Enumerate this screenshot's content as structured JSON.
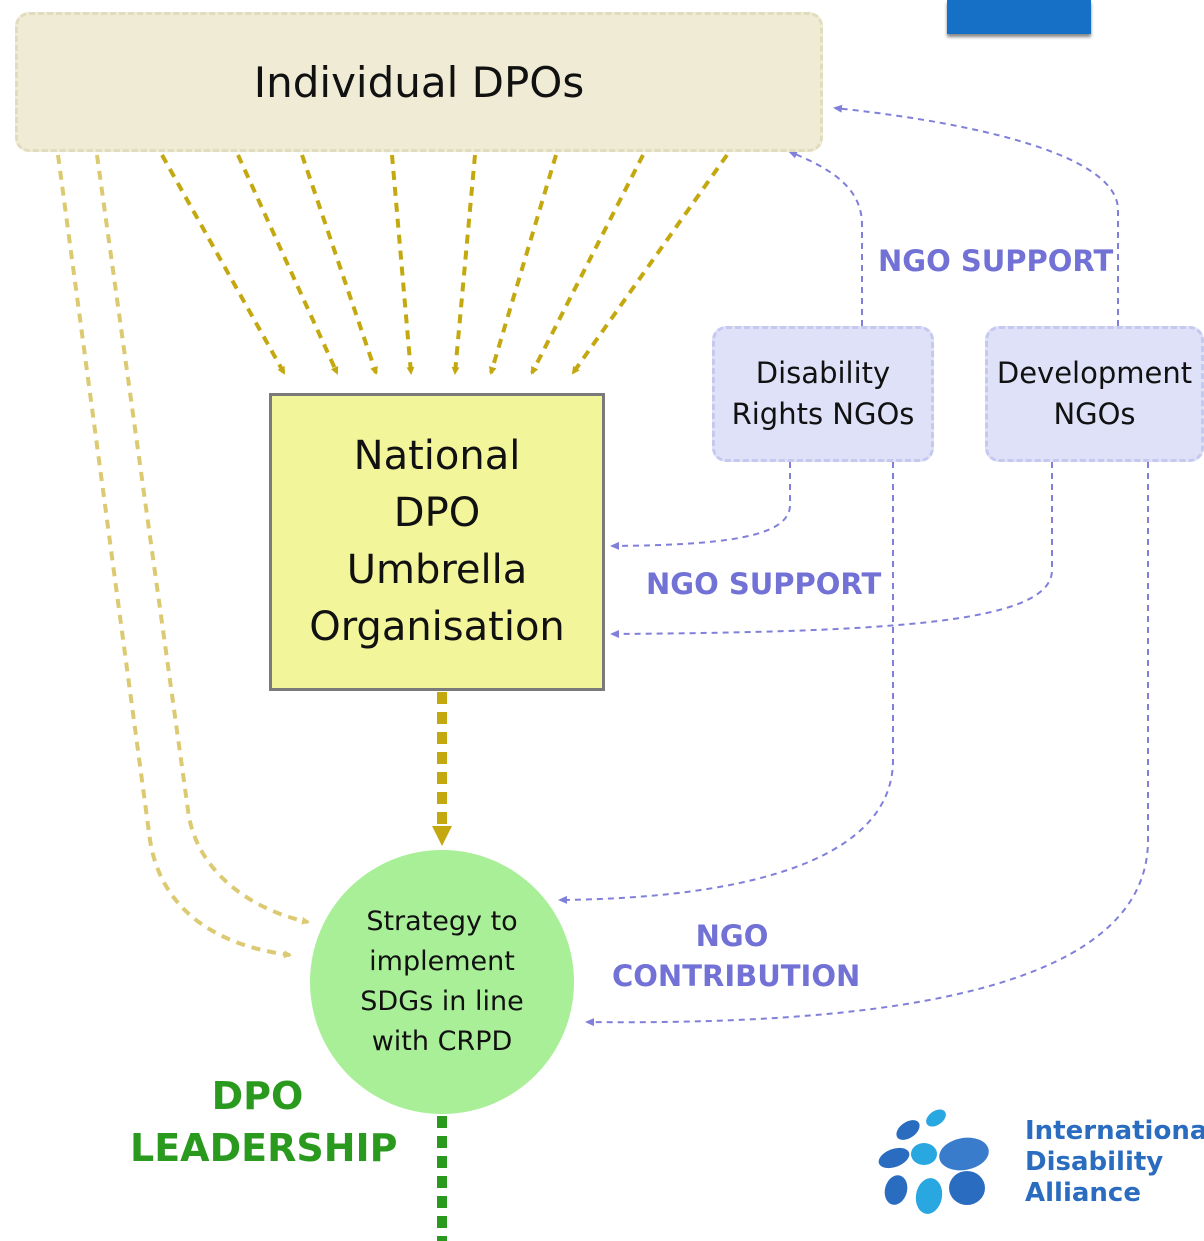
{
  "nodes": {
    "individual_dpos": "Individual DPOs",
    "umbrella": "National\nDPO\nUmbrella\nOrganisation",
    "disability_rights_ngos": "Disability\nRights NGOs",
    "development_ngos": "Development\nNGOs",
    "strategy": "Strategy to\nimplement\nSDGs in line\nwith CRPD"
  },
  "labels": {
    "ngo_support_top": "NGO SUPPORT",
    "ngo_support_mid": "NGO SUPPORT",
    "ngo_contribution": "NGO\nCONTRIBUTION",
    "dpo_leadership": "DPO\nLEADERSHIP"
  },
  "logo": {
    "text": "International\nDisability\nAlliance"
  },
  "colors": {
    "individual_fill": "#efebd4",
    "umbrella_fill": "#f3f59a",
    "ngo_fill": "#dfe1f8",
    "strategy_fill": "#a8ef98",
    "dpo_arrow": "#c4a80f",
    "dpo_arrow_light": "#dcca72",
    "ngo_arrow": "#8080da",
    "leadership": "#2a9a1f",
    "logo_blue": "#2a6cbf"
  }
}
